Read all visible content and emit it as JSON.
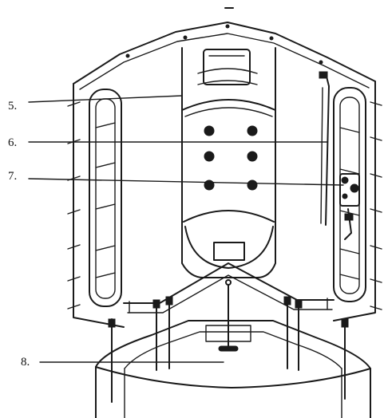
{
  "callouts": [
    {
      "label": "5."
    },
    {
      "label": "6."
    },
    {
      "label": "7."
    },
    {
      "label": "8."
    }
  ],
  "colors": {
    "line": "#1a1a1a",
    "background": "#ffffff"
  }
}
